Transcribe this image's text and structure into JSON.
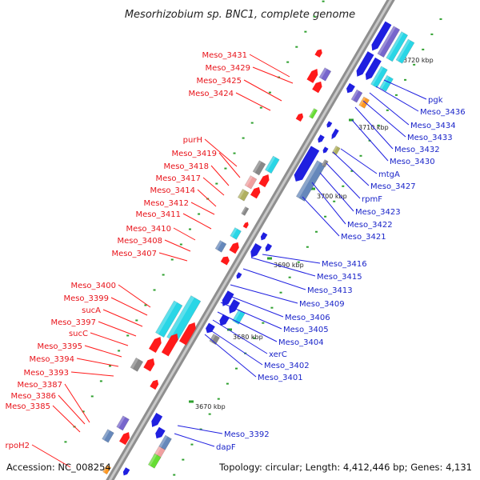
{
  "title": "Mesorhizobium sp. BNC1, complete genome",
  "footer": {
    "accession": "Accession: NC_008254",
    "summary": "Topology: circular; Length: 4,412,446 bp; Genes: 4,131"
  },
  "colors": {
    "forward": "#ff1a1a",
    "reverse": "#1f1fe0",
    "backbone": "#9a9a9a",
    "tick": "#2ea02e",
    "cog_cyan": "#29d6e6",
    "cog_purple": "#7766cc",
    "cog_gray": "#888888",
    "cog_pink": "#f0a0a0",
    "cog_olive": "#b0b060",
    "cog_green": "#66dd33",
    "cog_orange": "#ff9922",
    "cog_steel": "#6688bb"
  },
  "kbp_labels": [
    "3670 kbp",
    "3680 kbp",
    "3690 kbp",
    "3700 kbp",
    "3710 kbp",
    "3720 kbp"
  ],
  "left_labels": [
    "Meso_3431",
    "Meso_3429",
    "Meso_3425",
    "Meso_3424",
    "purH",
    "Meso_3419",
    "Meso_3418",
    "Meso_3417",
    "Meso_3414",
    "Meso_3412",
    "Meso_3411",
    "Meso_3410",
    "Meso_3408",
    "Meso_3407",
    "Meso_3400",
    "Meso_3399",
    "sucA",
    "Meso_3397",
    "sucC",
    "Meso_3395",
    "Meso_3394",
    "Meso_3393",
    "Meso_3387",
    "Meso_3386",
    "Meso_3385",
    "rpoH2"
  ],
  "right_labels": [
    "pgk",
    "Meso_3436",
    "Meso_3434",
    "Meso_3433",
    "Meso_3432",
    "Meso_3430",
    "mtgA",
    "Meso_3427",
    "rpmF",
    "Meso_3423",
    "Meso_3422",
    "Meso_3421",
    "Meso_3416",
    "Meso_3415",
    "Meso_3413",
    "Meso_3409",
    "Meso_3406",
    "Meso_3405",
    "Meso_3404",
    "xerC",
    "Meso_3402",
    "Meso_3401",
    "Meso_3392",
    "dapF"
  ]
}
